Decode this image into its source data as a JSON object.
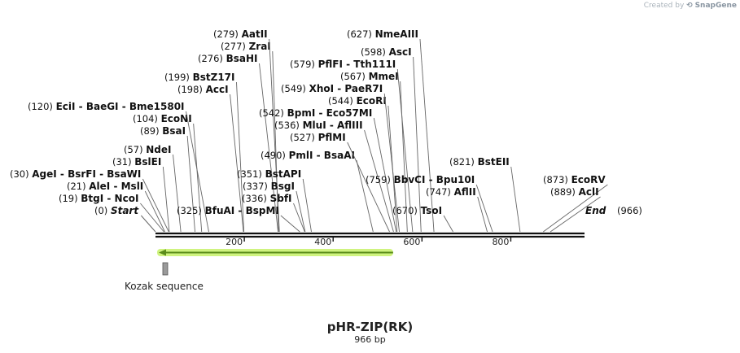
{
  "credit": {
    "prefix": "Created by",
    "brand": "SnapGene"
  },
  "map": {
    "title": "pHR-ZIP(RK)",
    "length_label": "966 bp",
    "length": 966,
    "ticks": [
      "200",
      "400",
      "600",
      "800"
    ],
    "tick_values": [
      200,
      400,
      600,
      800
    ],
    "features": [
      {
        "name": "Kozak sequence",
        "start": 19,
        "end": 31,
        "color": "#9a9a9a"
      },
      {
        "name": "arrow",
        "start": 0,
        "end": 535,
        "direction": "reverse",
        "color": "#5a8c1a",
        "glow": "#b6ec3a"
      }
    ],
    "sites": [
      {
        "text_pos": "(0)",
        "text_name": "Start",
        "style": "italic",
        "pos": 0
      },
      {
        "text_pos": "(19)",
        "text_name": "BtgI  -  NcoI",
        "pos": 19
      },
      {
        "text_pos": "(21)",
        "text_name": "AleI  -  MslI",
        "pos": 21
      },
      {
        "text_pos": "(30)",
        "text_name": "AgeI  -  BsrFI  -  BsaWI",
        "pos": 30
      },
      {
        "text_pos": "(31)",
        "text_name": "BslEI",
        "pos": 31
      },
      {
        "text_pos": "(57)",
        "text_name": "NdeI",
        "pos": 57
      },
      {
        "text_pos": "(89)",
        "text_name": "BsaI",
        "pos": 89
      },
      {
        "text_pos": "(104)",
        "text_name": "EcoNI",
        "pos": 104
      },
      {
        "text_pos": "(120)",
        "text_name": "EciI  -  BaeGI  -  Bme1580I",
        "pos": 120
      },
      {
        "text_pos": "(198)",
        "text_name": "AccI",
        "pos": 198
      },
      {
        "text_pos": "(199)",
        "text_name": "BstZ17I",
        "pos": 199
      },
      {
        "text_pos": "(276)",
        "text_name": "BsaHI",
        "pos": 276
      },
      {
        "text_pos": "(277)",
        "text_name": "ZraI",
        "pos": 277
      },
      {
        "text_pos": "(279)",
        "text_name": "AatII",
        "pos": 279
      },
      {
        "text_pos": "(325)",
        "text_name": "BfuAI  -  BspMI",
        "pos": 325
      },
      {
        "text_pos": "(336)",
        "text_name": "SbfI",
        "pos": 336
      },
      {
        "text_pos": "(337)",
        "text_name": "BsgI",
        "pos": 337
      },
      {
        "text_pos": "(351)",
        "text_name": "BstAPI",
        "pos": 351
      },
      {
        "text_pos": "(490)",
        "text_name": "PmlI  -  BsaAI",
        "pos": 490
      },
      {
        "text_pos": "(527)",
        "text_name": "PflMI",
        "pos": 527
      },
      {
        "text_pos": "(536)",
        "text_name": "MluI  -  AflIII",
        "pos": 536
      },
      {
        "text_pos": "(542)",
        "text_name": "BpmI  -  Eco57MI",
        "pos": 542
      },
      {
        "text_pos": "(544)",
        "text_name": "EcoRI",
        "pos": 544
      },
      {
        "text_pos": "(549)",
        "text_name": "XhoI  -  PaeR7I",
        "pos": 549
      },
      {
        "text_pos": "(567)",
        "text_name": "MmeI",
        "pos": 567
      },
      {
        "text_pos": "(579)",
        "text_name": "PflFI  -  Tth111I",
        "pos": 579
      },
      {
        "text_pos": "(598)",
        "text_name": "AscI",
        "pos": 598
      },
      {
        "text_pos": "(627)",
        "text_name": "NmeAIII",
        "pos": 627
      },
      {
        "text_pos": "(670)",
        "text_name": "TsoI",
        "pos": 670
      },
      {
        "text_pos": "(747)",
        "text_name": "AflII",
        "pos": 747
      },
      {
        "text_pos": "(759)",
        "text_name": "BbvCI  -  Bpu10I",
        "pos": 759
      },
      {
        "text_pos": "(821)",
        "text_name": "BstEII",
        "pos": 821
      },
      {
        "text_pos": "(873)",
        "text_name": "EcoRV",
        "pos": 873
      },
      {
        "text_pos": "(889)",
        "text_name": "AclI",
        "pos": 889
      },
      {
        "text_pos": "(966)",
        "text_name": "End",
        "style": "italic",
        "pos": 966
      }
    ]
  }
}
